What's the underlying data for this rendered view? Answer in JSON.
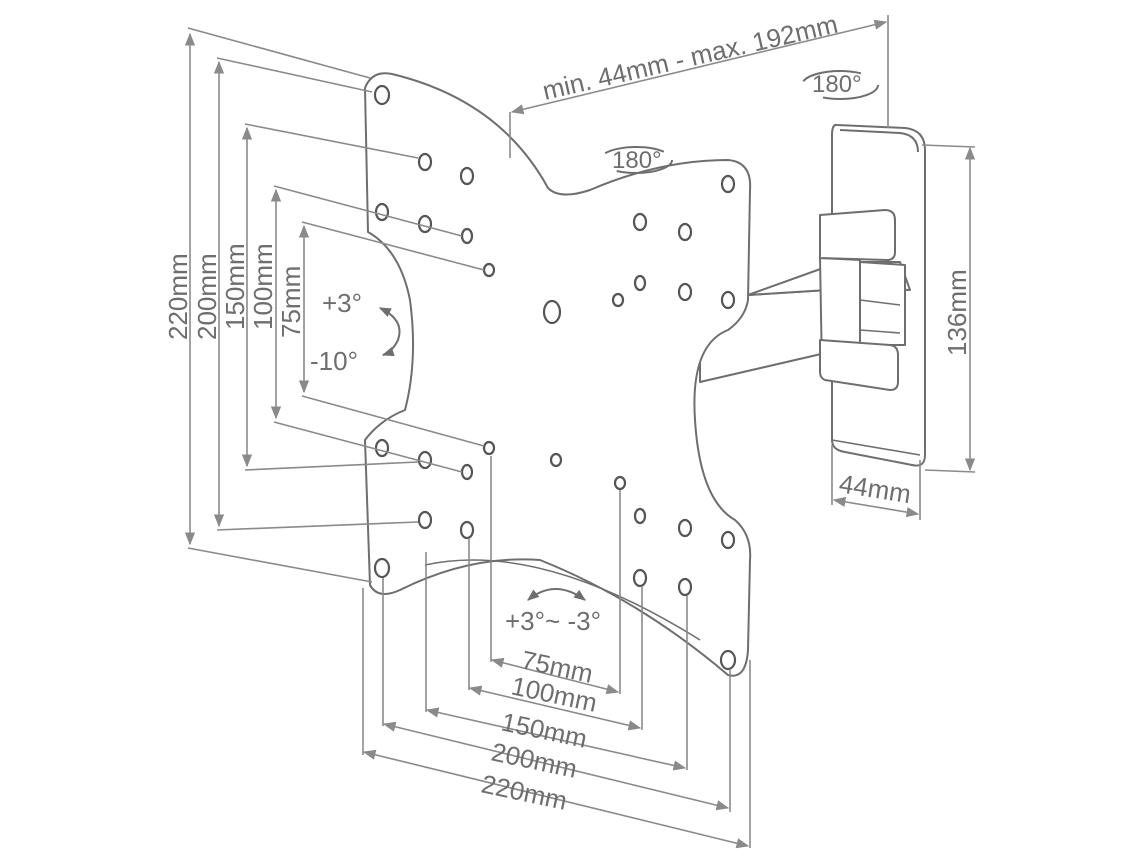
{
  "labels": {
    "reach": "min. 44mm - max. 192mm",
    "swivel_wall": "180°",
    "swivel_plate": "180°",
    "tilt_up": "+3°",
    "tilt_down": "-10°",
    "rotate": "+3°~ -3°",
    "wall_plate_height": "136mm",
    "wall_plate_width": "44mm"
  },
  "vertical_dims": [
    "220mm",
    "200mm",
    "150mm",
    "100mm",
    "75mm"
  ],
  "horizontal_dims": [
    "75mm",
    "100mm",
    "150mm",
    "200mm",
    "220mm"
  ]
}
